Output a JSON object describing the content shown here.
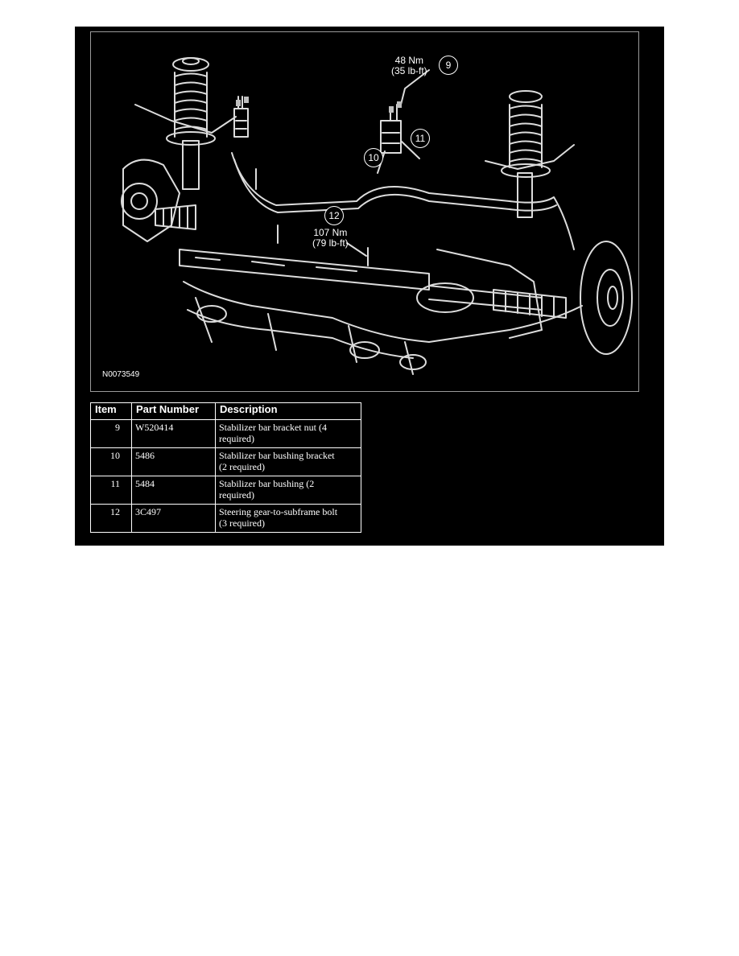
{
  "figure": {
    "id": "N0073549",
    "torque_9": [
      "48 Nm",
      "(35 lb-ft)"
    ],
    "torque_12": [
      "107 Nm",
      "(79 lb-ft)"
    ],
    "callouts": [
      "9",
      "10",
      "11",
      "12"
    ]
  },
  "table": {
    "headers": [
      "Item",
      "Part Number",
      "Description"
    ],
    "rows": [
      {
        "item": "9",
        "part": "W520414",
        "desc_line1": "Stabilizer bar bracket nut (4",
        "desc_line2": "required)"
      },
      {
        "item": "10",
        "part": "5486",
        "desc_line1": "Stabilizer bar bushing bracket",
        "desc_line2": "(2 required)"
      },
      {
        "item": "11",
        "part": "5484",
        "desc_line1": "Stabilizer bar bushing (2",
        "desc_line2": "required)"
      },
      {
        "item": "12",
        "part": "3C497",
        "desc_line1": "Steering gear-to-subframe bolt",
        "desc_line2": "(3 required)"
      }
    ]
  }
}
